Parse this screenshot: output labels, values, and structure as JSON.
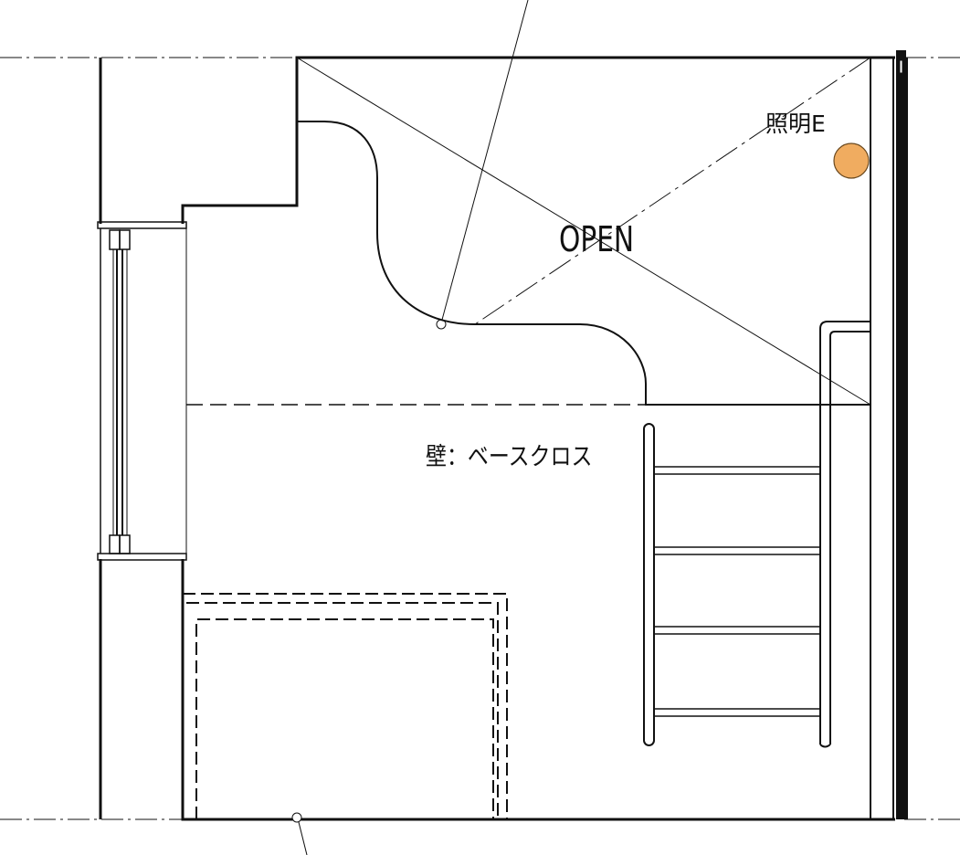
{
  "drawing": {
    "open_label": "OPEN",
    "light_label": "照明E",
    "wall_finish_label": "壁：ベースクロス",
    "light_fixture_color": "#f0ac60"
  }
}
